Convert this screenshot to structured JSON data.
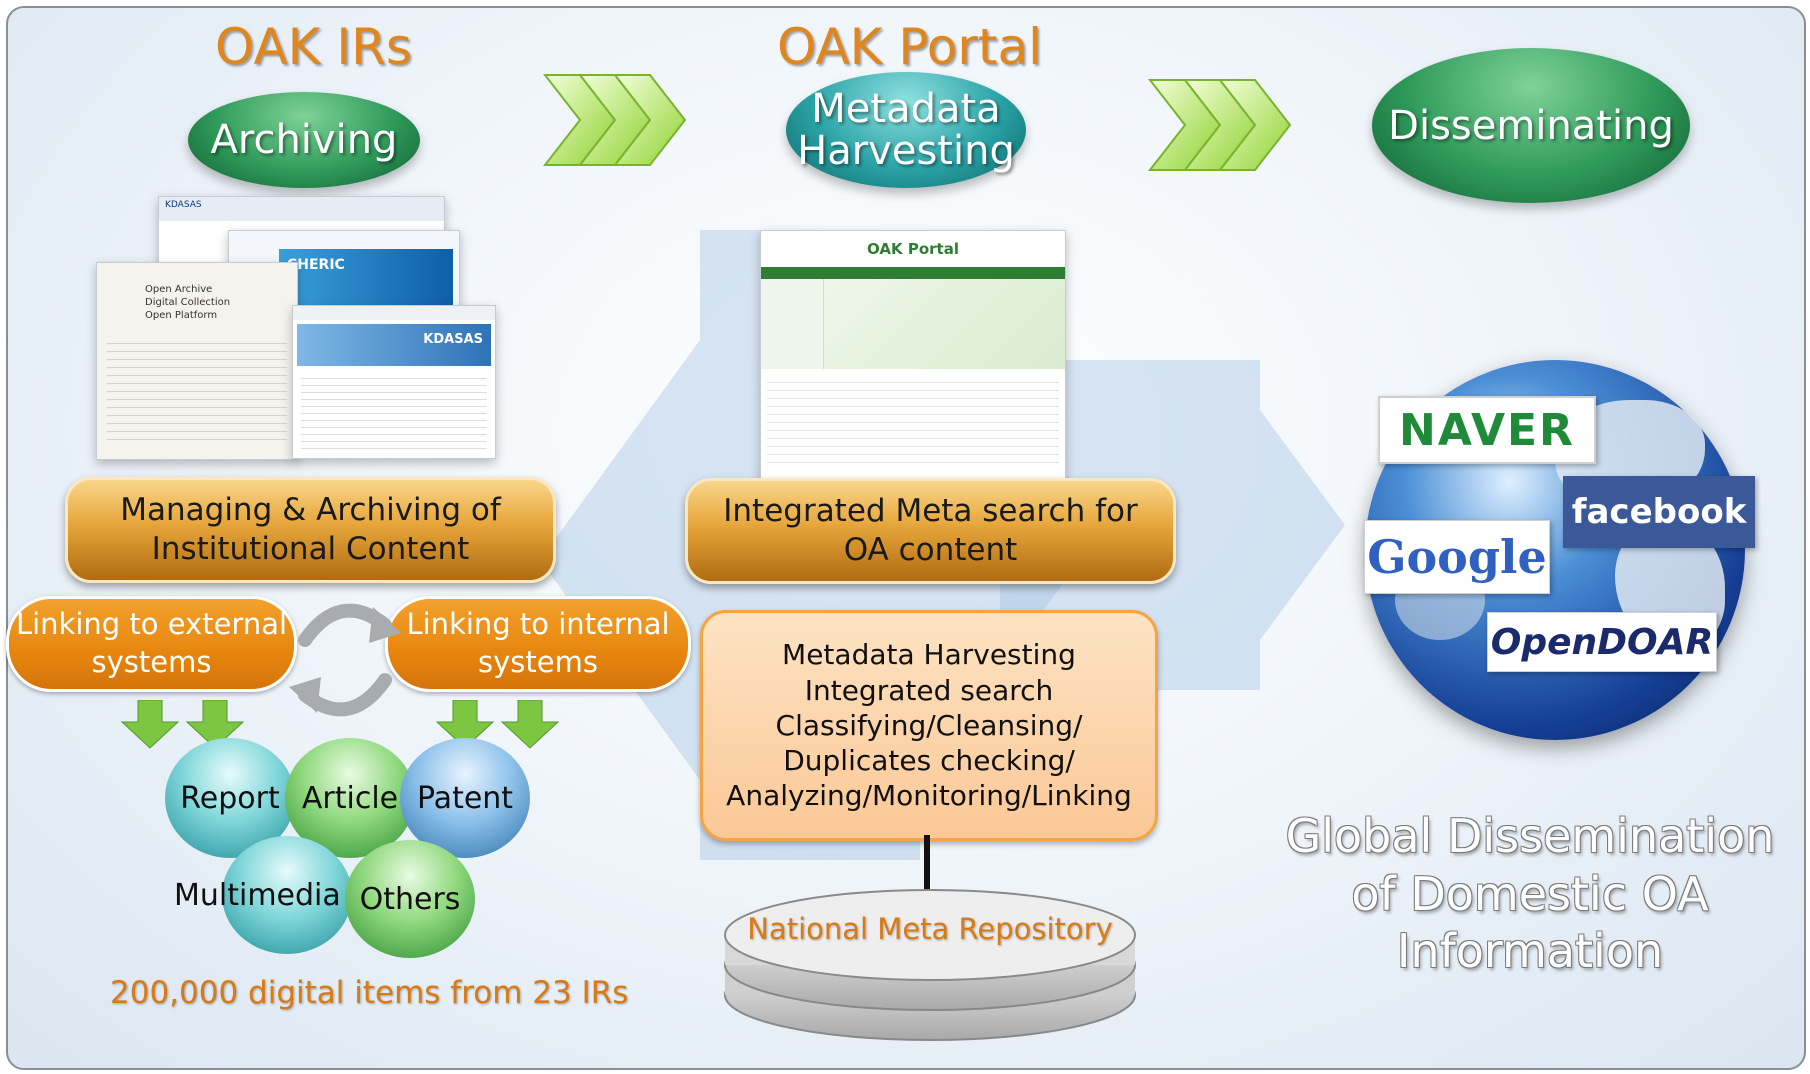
{
  "sections": {
    "left_title": "OAK IRs",
    "middle_title": "OAK Portal",
    "right_title": ""
  },
  "ovals": {
    "archiving": "Archiving",
    "metadata_line1": "Metadata",
    "metadata_line2": "Harvesting",
    "disseminating": "Disseminating"
  },
  "pills": {
    "managing_line1": "Managing & Archiving of",
    "managing_line2": "Institutional Content",
    "integrated_line1": "Integrated Meta search for",
    "integrated_line2": "OA content"
  },
  "linking": {
    "external_line1": "Linking to external",
    "external_line2": "systems",
    "internal_line1": "Linking to internal",
    "internal_line2": "systems"
  },
  "content_types": {
    "report": "Report",
    "article": "Article",
    "patent": "Patent",
    "multimedia": "Multimedia",
    "others": "Others"
  },
  "left_footer": "200,000 digital items from 23 IRs",
  "features": [
    "Metadata Harvesting",
    "Integrated search",
    "Classifying/Cleansing/",
    "Duplicates checking/",
    "Analyzing/Monitoring/Linking"
  ],
  "repository_label": "National Meta Repository",
  "services": {
    "naver": "NAVER",
    "facebook": "facebook",
    "google": "Google",
    "opendoar": "OpenDOAR"
  },
  "global_caption": [
    "Global Dissemination",
    "of Domestic OA",
    "Information"
  ],
  "screenshots": {
    "kdasas": "KDASAS",
    "cheric": "CHERIC",
    "oak_portal": "OAK Portal",
    "open_archive_line1": "Open Archive",
    "open_archive_line2": "Digital Collection",
    "open_archive_line3": "Open Platform"
  },
  "colors": {
    "orange_title": "#e0861e",
    "green_oval": "#2f9a5a",
    "teal_oval": "#2aa3a6",
    "orange_pill": "#e7860e",
    "naver_green": "#1e8a3a",
    "facebook_blue": "#3b5998"
  }
}
